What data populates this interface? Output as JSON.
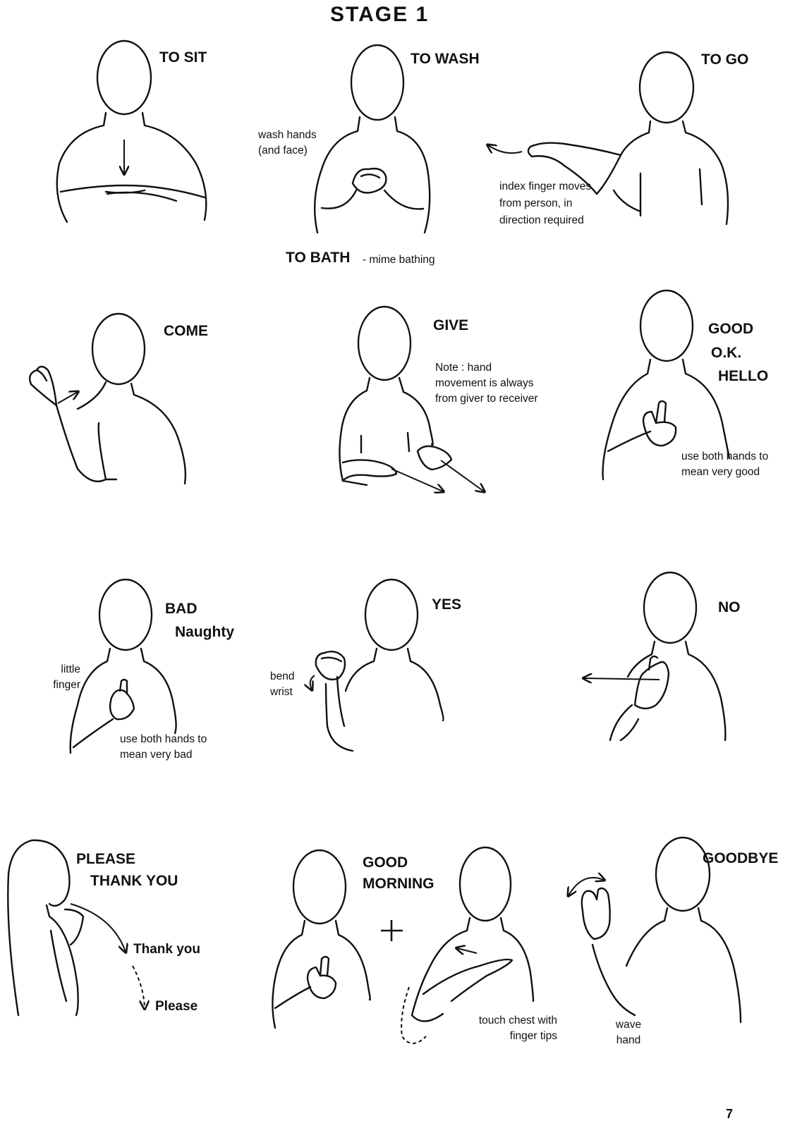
{
  "page": {
    "title": "STAGE 1",
    "page_number": "7"
  },
  "signs": {
    "to_sit": {
      "label": "TO SIT"
    },
    "to_wash": {
      "label": "TO WASH",
      "note": "wash hands (and face)"
    },
    "to_bath": {
      "label": "TO BATH",
      "note": "- mime bathing"
    },
    "to_go": {
      "label": "TO GO",
      "note": "index finger moves from person, in direction required"
    },
    "come": {
      "label": "COME"
    },
    "give": {
      "label": "GIVE",
      "note": "Note : hand movement is always from giver to receiver"
    },
    "good": {
      "label": "GOOD",
      "label2": "O.K.",
      "label3": "HELLO",
      "note": "use both hands to mean very good"
    },
    "bad": {
      "label": "BAD",
      "label2": "Naughty",
      "note_left": "little finger",
      "note": "use both hands to mean very bad"
    },
    "yes": {
      "label": "YES",
      "note": "bend wrist"
    },
    "no": {
      "label": "NO"
    },
    "please_thank_you": {
      "label": "PLEASE",
      "label2": "THANK YOU",
      "note_thank": "Thank you",
      "note_please": "Please"
    },
    "good_morning": {
      "label": "GOOD",
      "label2": "MORNING",
      "note": "touch chest with finger tips"
    },
    "goodbye": {
      "label": "GOODBYE",
      "note": "wave hand"
    }
  }
}
